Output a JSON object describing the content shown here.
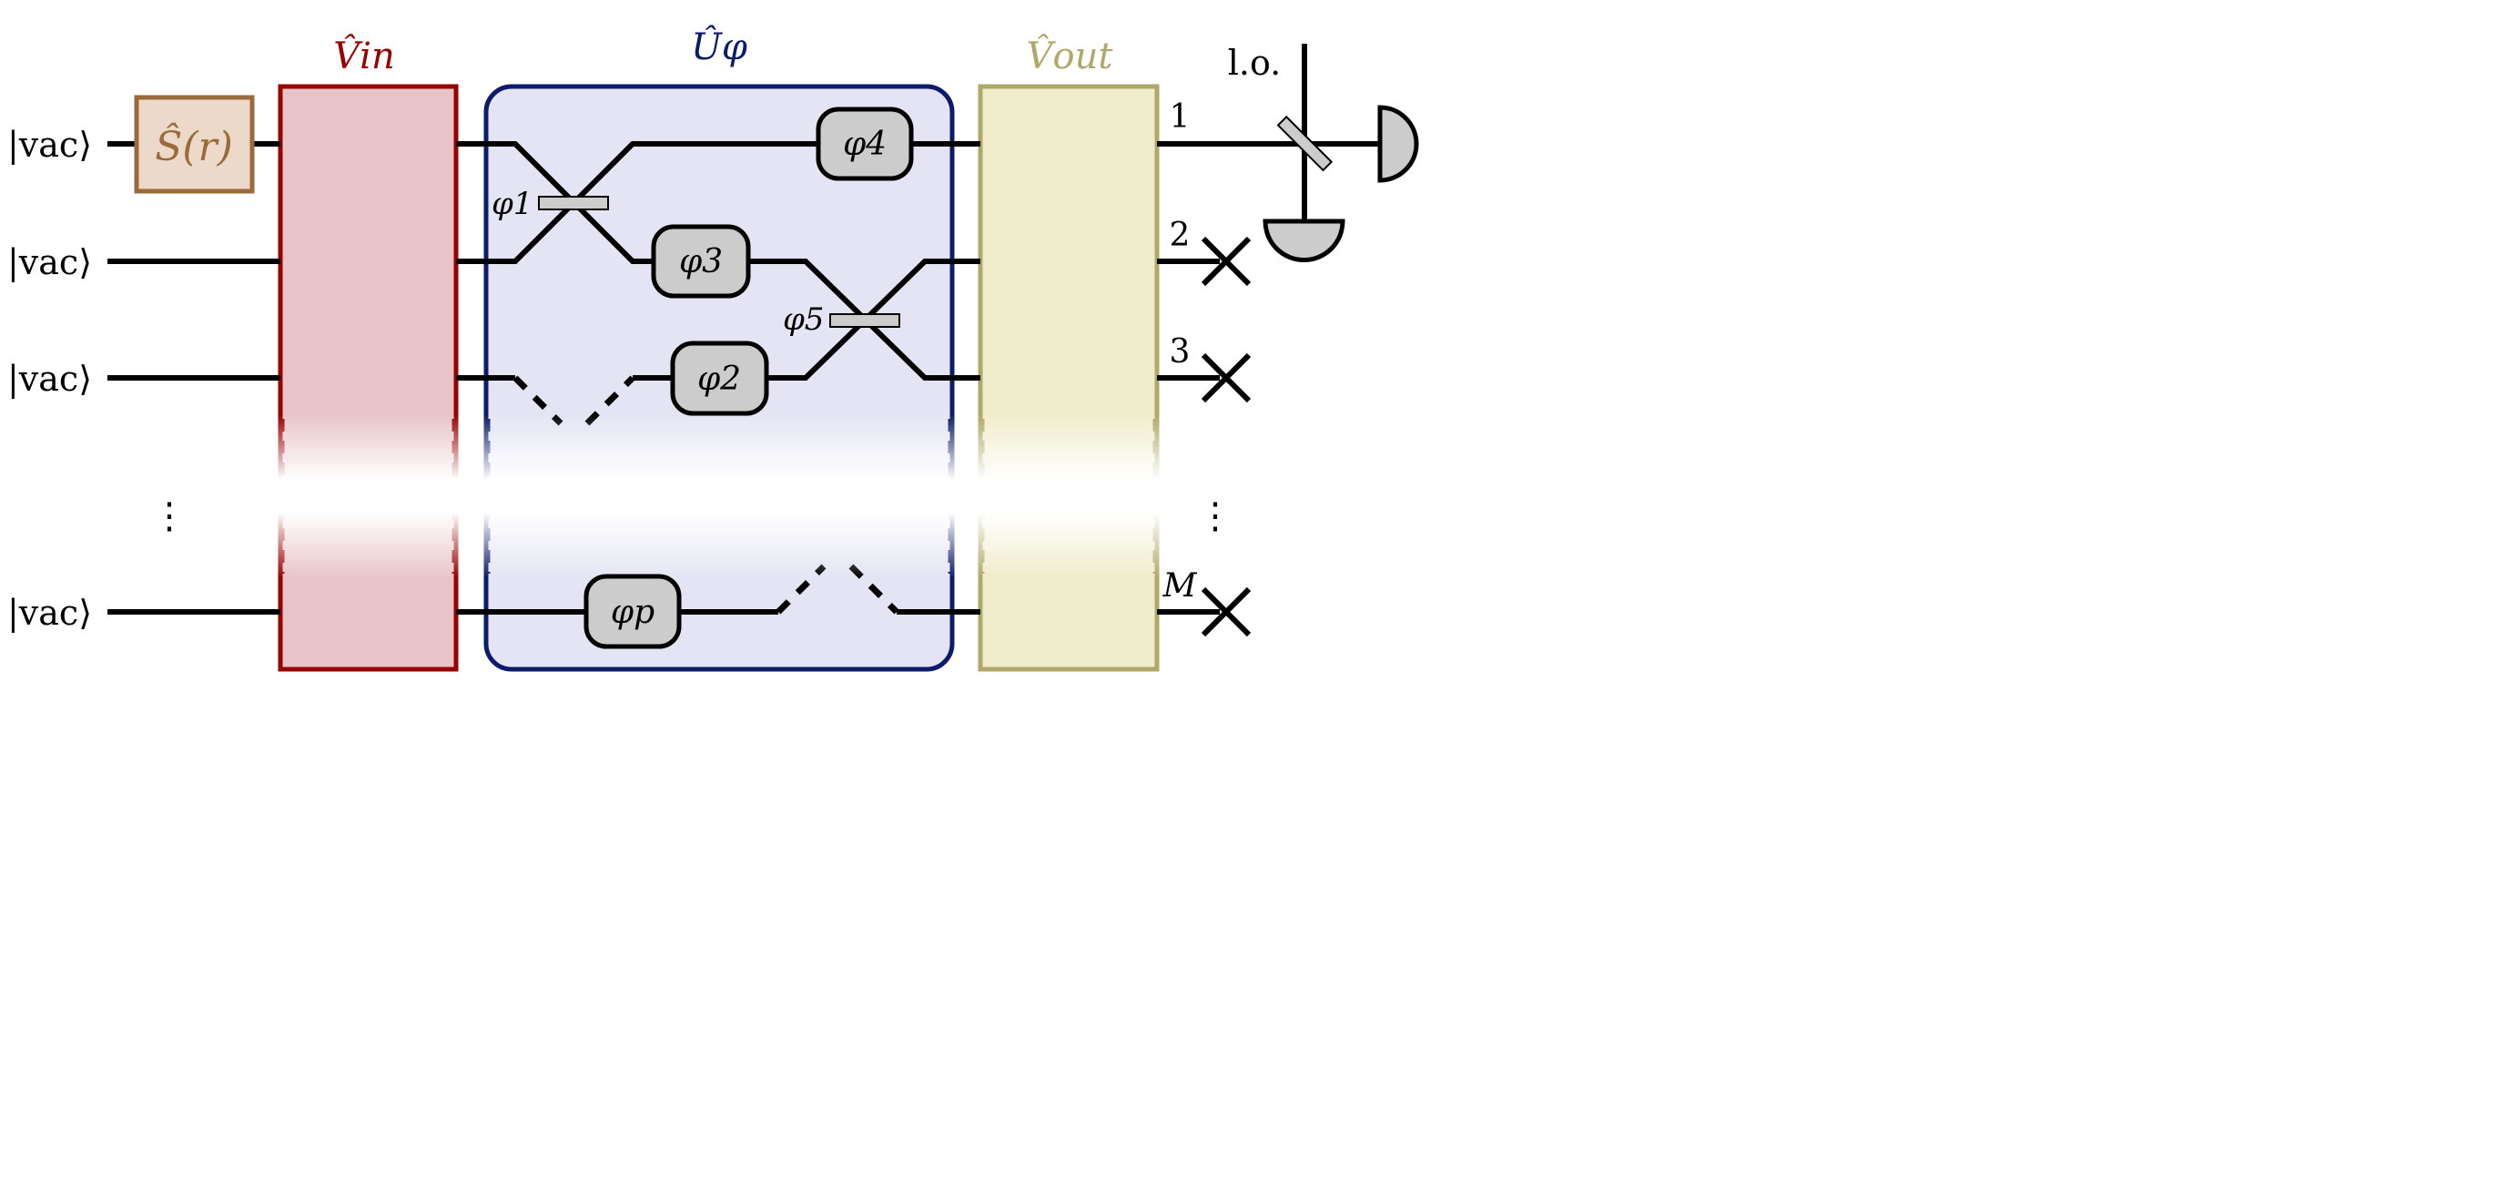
{
  "inputs": [
    "|vac⟩",
    "|vac⟩",
    "|vac⟩",
    "|vac⟩"
  ],
  "squeezer": {
    "label": "Ŝ(r)",
    "color": "#9a6a3a",
    "fill": "#ecd9c9"
  },
  "blocks": {
    "v_in": {
      "label": "V̂in",
      "color": "#990000",
      "fill": "#e8c4c8"
    },
    "u_phi": {
      "label": "Ûφ",
      "color": "#0c1b6b",
      "fill": "#e4e4f4"
    },
    "v_out": {
      "label": "V̂out",
      "color": "#b0a868",
      "fill": "#efeccc"
    }
  },
  "phases": {
    "phi1": "φ1",
    "phi2": "φ2",
    "phi3": "φ3",
    "phi4": "φ4",
    "phi5": "φ5",
    "phip": "φp"
  },
  "outputs": {
    "m1": "1",
    "m2": "2",
    "m3": "3",
    "mM": "M"
  },
  "local_oscillator": "l.o.",
  "ellipsis": "⋮"
}
